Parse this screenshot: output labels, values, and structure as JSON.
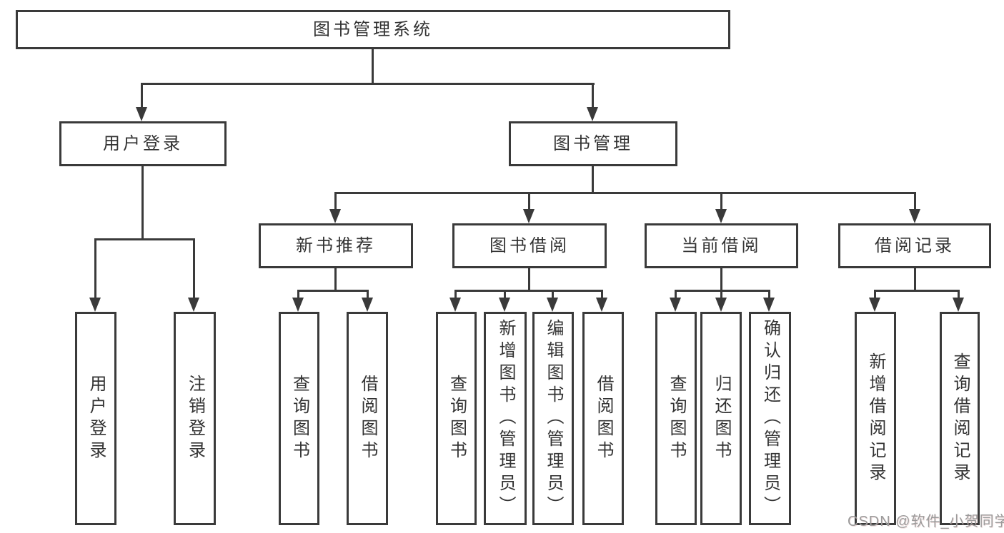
{
  "diagram": {
    "type": "hierarchy",
    "title": "图书管理系统",
    "nodes": {
      "root": {
        "label": "图书管理系统"
      },
      "user_login": {
        "label": "用户登录"
      },
      "book_mgmt": {
        "label": "图书管理"
      },
      "ul_login": {
        "label": "用户登录"
      },
      "ul_logout": {
        "label": "注销登录"
      },
      "new_books": {
        "label": "新书推荐"
      },
      "book_borrow": {
        "label": "图书借阅"
      },
      "current_borrow": {
        "label": "当前借阅"
      },
      "borrow_records": {
        "label": "借阅记录"
      },
      "nb_query": {
        "label": "查询图书"
      },
      "nb_borrow": {
        "label": "借阅图书"
      },
      "bb_query": {
        "label": "查询图书"
      },
      "bb_add": {
        "label": "新增图书（管理员）"
      },
      "bb_edit": {
        "label": "编辑图书（管理员）"
      },
      "bb_borrow": {
        "label": "借阅图书"
      },
      "cb_query": {
        "label": "查询图书"
      },
      "cb_return": {
        "label": "归还图书"
      },
      "cb_confirm": {
        "label": "确认归还（管理员）"
      },
      "br_add": {
        "label": "新增借阅记录"
      },
      "br_query": {
        "label": "查询借阅记录"
      }
    },
    "edges": [
      [
        "root",
        "user_login"
      ],
      [
        "root",
        "book_mgmt"
      ],
      [
        "user_login",
        "ul_login"
      ],
      [
        "user_login",
        "ul_logout"
      ],
      [
        "book_mgmt",
        "new_books"
      ],
      [
        "book_mgmt",
        "book_borrow"
      ],
      [
        "book_mgmt",
        "current_borrow"
      ],
      [
        "book_mgmt",
        "borrow_records"
      ],
      [
        "new_books",
        "nb_query"
      ],
      [
        "new_books",
        "nb_borrow"
      ],
      [
        "book_borrow",
        "bb_query"
      ],
      [
        "book_borrow",
        "bb_add"
      ],
      [
        "book_borrow",
        "bb_edit"
      ],
      [
        "book_borrow",
        "bb_borrow"
      ],
      [
        "current_borrow",
        "cb_query"
      ],
      [
        "current_borrow",
        "cb_return"
      ],
      [
        "current_borrow",
        "cb_confirm"
      ],
      [
        "borrow_records",
        "br_add"
      ],
      [
        "borrow_records",
        "br_query"
      ]
    ],
    "watermark": "CSDN @软件_小贺同学"
  },
  "colors": {
    "line": "#3a3a3a",
    "text": "#333333",
    "watermark": "#9b9b9b",
    "background": "#ffffff"
  }
}
